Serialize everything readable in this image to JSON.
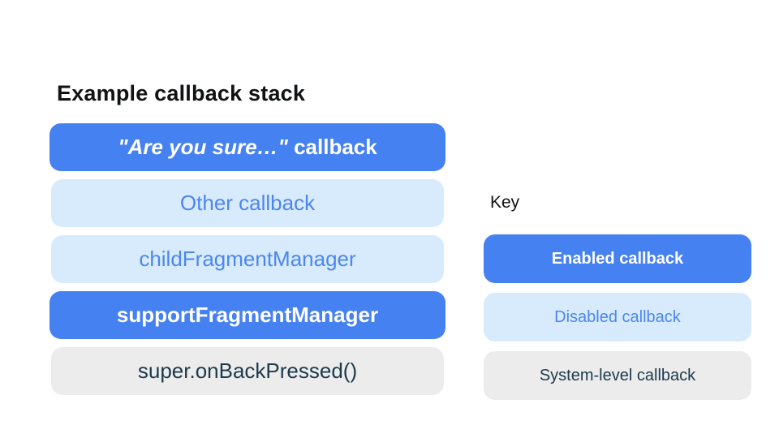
{
  "colors": {
    "page_bg": "#ffffff",
    "enabled_bg": "#4681F1",
    "enabled_text": "#ffffff",
    "disabled_bg": "#D7EBFC",
    "disabled_text": "#4C86F0",
    "system_bg": "#ECECEC",
    "system_text": "#1C3A4A",
    "title_text": "#101214"
  },
  "stack": {
    "title": "Example callback stack",
    "rows": [
      {
        "type": "enabled",
        "label_italic": "\"Are you sure…\"",
        "label_rest": " callback"
      },
      {
        "type": "disabled",
        "label": "Other callback"
      },
      {
        "type": "disabled",
        "label": "childFragmentManager"
      },
      {
        "type": "enabled",
        "label": "supportFragmentManager"
      },
      {
        "type": "system",
        "label": "super.onBackPressed()"
      }
    ]
  },
  "key": {
    "title": "Key",
    "items": [
      {
        "type": "enabled",
        "label": "Enabled callback"
      },
      {
        "type": "disabled",
        "label": "Disabled callback"
      },
      {
        "type": "system",
        "label": "System-level callback"
      }
    ]
  }
}
